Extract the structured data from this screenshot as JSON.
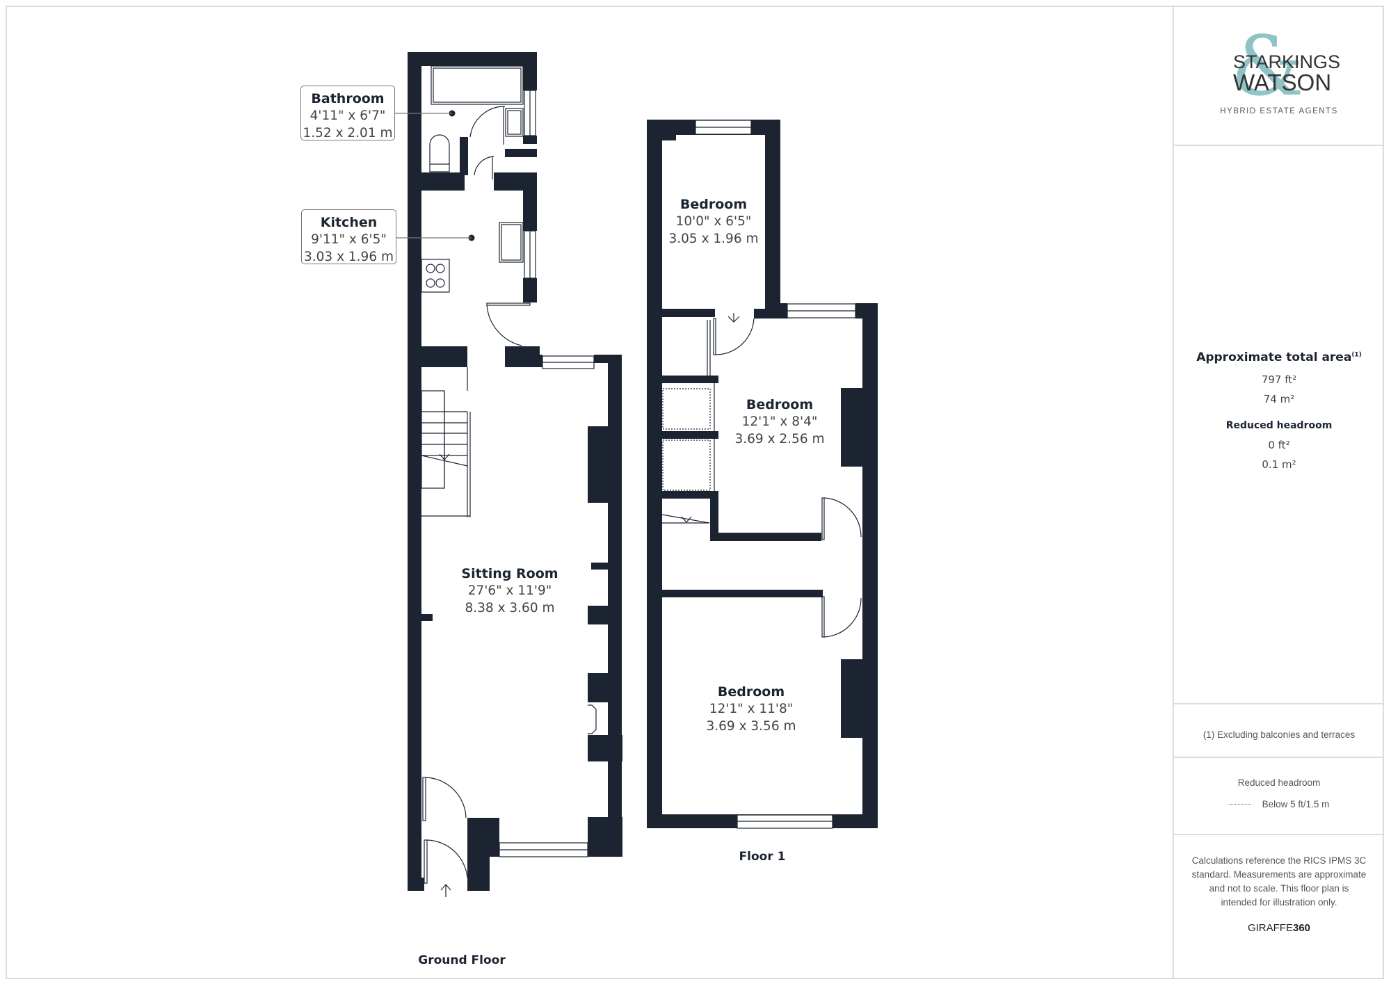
{
  "plan": {
    "wall_color": "#1c2431",
    "floors": [
      {
        "label": "Ground Floor",
        "rooms": [
          {
            "name": "Bathroom",
            "imperial": "4'11\" x 6'7\"",
            "metric": "1.52 x 2.01 m"
          },
          {
            "name": "Kitchen",
            "imperial": "9'11\" x 6'5\"",
            "metric": "3.03 x 1.96 m"
          },
          {
            "name": "Sitting Room",
            "imperial": "27'6\" x 11'9\"",
            "metric": "8.38 x 3.60 m"
          }
        ]
      },
      {
        "label": "Floor 1",
        "rooms": [
          {
            "name": "Bedroom",
            "imperial": "10'0\" x 6'5\"",
            "metric": "3.05 x 1.96 m"
          },
          {
            "name": "Bedroom",
            "imperial": "12'1\" x 8'4\"",
            "metric": "3.69 x 2.56 m"
          },
          {
            "name": "Bedroom",
            "imperial": "12'1\" x 11'8\"",
            "metric": "3.69 x 3.56 m"
          }
        ]
      }
    ]
  },
  "sidebar": {
    "logo": {
      "ampersand": "&",
      "line1": "STARKINGS",
      "line2": "WATSON",
      "tagline": "HYBRID ESTATE AGENTS",
      "accent_color": "#8fc3c6"
    },
    "area": {
      "title": "Approximate total area",
      "footnote_marker": "(1)",
      "total_ft": "797 ft²",
      "total_m": "74 m²",
      "reduced_title": "Reduced headroom",
      "reduced_ft": "0 ft²",
      "reduced_m": "0.1 m²"
    },
    "footnote": "(1) Excluding balconies and terraces",
    "legend": {
      "title": "Reduced headroom",
      "item": "Below 5 ft/1.5 m"
    },
    "disclaimer": "Calculations reference the RICS IPMS 3C standard. Measurements are approximate and not to scale. This floor plan is intended for illustration only.",
    "brand": {
      "prefix": "GIRAFFE",
      "suffix": "360"
    }
  }
}
